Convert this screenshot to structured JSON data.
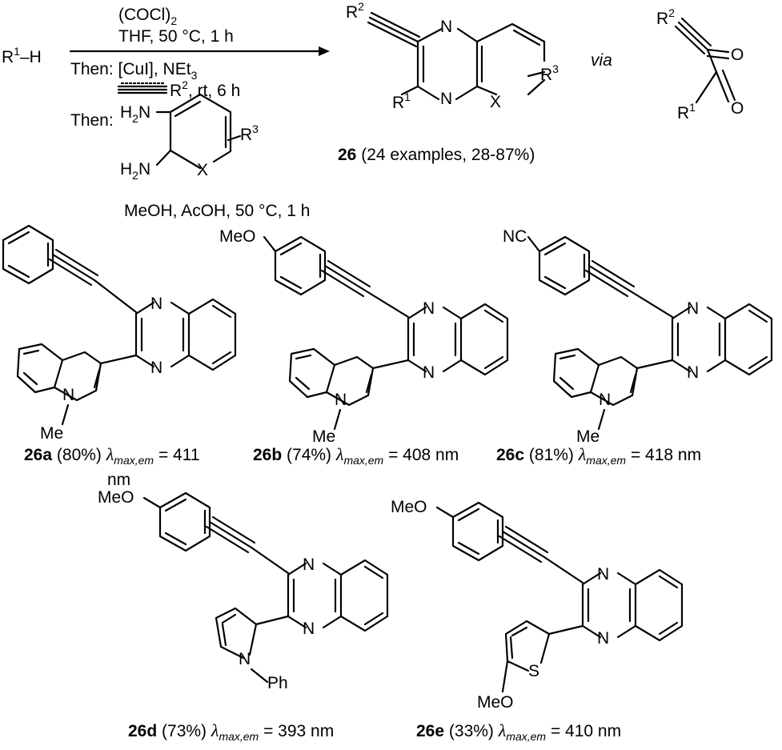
{
  "reaction": {
    "reagent_start": "R",
    "reagent_start_sup": "1",
    "reagent_start_end": "–H",
    "conditions": {
      "line1": "(COCl)",
      "line1_sub": "2",
      "line2": "THF, 50 °C, 1 h",
      "line3": "Then: [CuI], NEt",
      "line3_sub": "3",
      "line4_r": "R",
      "line4_sup": "2",
      "line4_tail": ", rt, 6 h",
      "line5": "Then:",
      "nh2_top": "H",
      "nh2_top_sub": "2",
      "nh2_top_n": "N",
      "nh2_bot": "H",
      "nh2_bot_sub": "2",
      "nh2_bot_n": "N",
      "diamine_x": "X",
      "diamine_r": "R",
      "diamine_r_sup": "3",
      "line6": "MeOH, AcOH, 50 °C, 1 h"
    },
    "product": {
      "r2": "R",
      "r2_sup": "2",
      "r1": "R",
      "r1_sup": "1",
      "n_top": "N",
      "n_bot": "N",
      "x": "X",
      "r3": "R",
      "r3_sup": "3",
      "label_num": "26",
      "label_rest": "(24 examples, 28-87%)"
    },
    "via": "via",
    "intermediate": {
      "r2": "R",
      "r2_sup": "2",
      "r1": "R",
      "r1_sup": "1",
      "o_top": "O",
      "o_bot": "O"
    }
  },
  "compounds": [
    {
      "id": "26a",
      "yield": "(80%)",
      "lambda": "λ",
      "sub": "max,em",
      "value": "= 411",
      "value_wrap": "nm",
      "top_sub": "",
      "n_top": "N",
      "n_bot": "N",
      "indole_n": "N",
      "indole_me": "Me"
    },
    {
      "id": "26b",
      "yield": "(74%)",
      "lambda": "λ",
      "sub": "max,em",
      "value": "= 408 nm",
      "top_sub": "MeO",
      "n_top": "N",
      "n_bot": "N",
      "indole_n": "N",
      "indole_me": "Me"
    },
    {
      "id": "26c",
      "yield": "(81%)",
      "lambda": "λ",
      "sub": "max,em",
      "value": "= 418 nm",
      "top_sub": "NC",
      "n_top": "N",
      "n_bot": "N",
      "indole_n": "N",
      "indole_me": "Me"
    },
    {
      "id": "26d",
      "yield": "(73%)",
      "lambda": "λ",
      "sub": "max,em",
      "value": "= 393 nm",
      "top_sub": "MeO",
      "n_top": "N",
      "n_bot": "N",
      "pyrrole_n": "N",
      "pyrrole_ph": "Ph"
    },
    {
      "id": "26e",
      "yield": "(33%)",
      "lambda": "λ",
      "sub": "max,em",
      "value": "= 410 nm",
      "top_sub": "MeO",
      "n_top": "N",
      "n_bot": "N",
      "thiophene_s": "S",
      "thiophene_sub": "MeO"
    }
  ],
  "colors": {
    "ink": "#000000",
    "background": "#ffffff"
  }
}
